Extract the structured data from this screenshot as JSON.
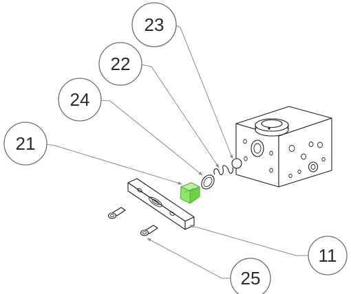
{
  "callouts": {
    "c21": "21",
    "c24": "24",
    "c22": "22",
    "c23": "23",
    "c11": "11",
    "c25": "25"
  },
  "colors": {
    "highlight": "#8ee66a",
    "highlight_edge": "#4caf32",
    "line": "#1e1e1e",
    "leader": "#8a8a8a"
  }
}
